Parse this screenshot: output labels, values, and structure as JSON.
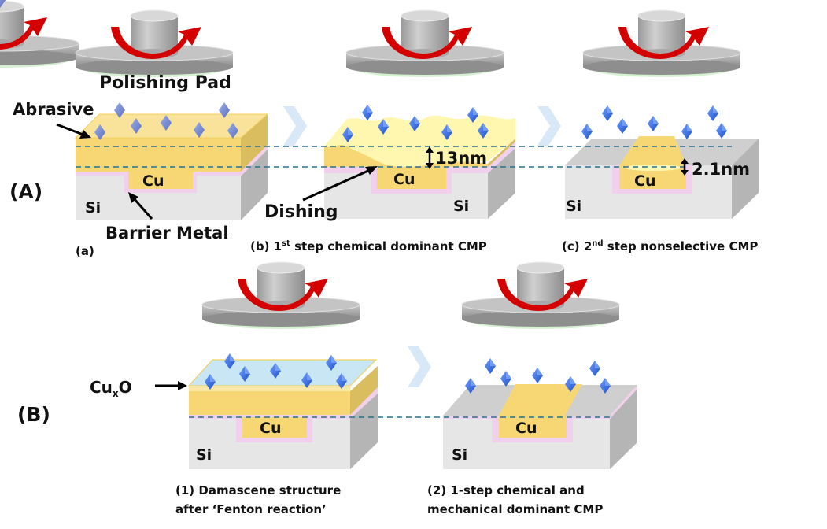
{
  "figure": {
    "panel_A": {
      "label": "(A)",
      "stages": [
        {
          "id": "a",
          "caption": "(a)",
          "labels": {
            "pad": "Polishing Pad",
            "abrasive": "Abrasive",
            "cu": "Cu",
            "si": "Si",
            "barrier": "Barrier Metal"
          }
        },
        {
          "id": "b",
          "caption_prefix": "(b) 1",
          "caption_sup": "st",
          "caption_suffix": " step chemical dominant CMP",
          "labels": {
            "cu": "Cu",
            "si": "Si",
            "dishing": "Dishing",
            "measure": "13nm"
          }
        },
        {
          "id": "c",
          "caption_prefix": "(c) 2",
          "caption_sup": "nd",
          "caption_suffix": " step nonselective CMP",
          "labels": {
            "cu": "Cu",
            "si": "Si",
            "measure": "2.1nm"
          }
        }
      ]
    },
    "panel_B": {
      "label": "(B)",
      "stages": [
        {
          "id": "1",
          "caption_line1": "(1) Damascene structure",
          "caption_line2": "after ‘Fenton reaction’",
          "labels": {
            "oxide_main": "Cu",
            "oxide_sub": "x",
            "oxide_end": "O",
            "cu": "Cu",
            "si": "Si"
          }
        },
        {
          "id": "2",
          "caption_line1": "(2) 1-step chemical and",
          "caption_line2": "mechanical dominant CMP",
          "labels": {
            "cu": "Cu",
            "si": "Si"
          }
        }
      ]
    },
    "colors": {
      "copper": "#f7d774",
      "copper_side": "#d9bd5f",
      "barrier": "#f0d0ec",
      "silicon_front": "#e6e6e6",
      "silicon_top": "#cfcfcf",
      "silicon_side": "#b5b5b5",
      "abrasive": "#3a6fe0",
      "pad": "#d6f0d2",
      "arrow": "#d40000",
      "oxide": "#c8e6f3",
      "dishing": "#fff7b0",
      "dash": "#2d6f8a",
      "chevron": "#d9e8f6"
    }
  }
}
